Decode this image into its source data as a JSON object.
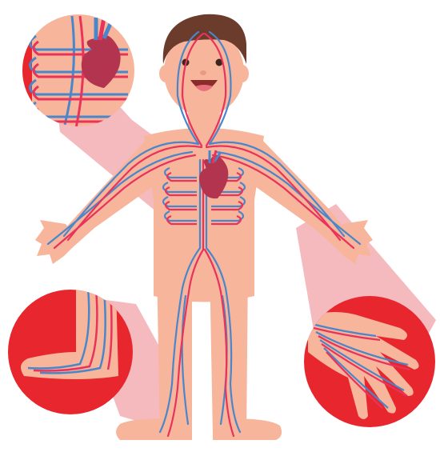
{
  "illustration": {
    "subject": "",
    "zoom_insets": [
      "heart-chest",
      "foot",
      "hand"
    ]
  },
  "colors": {
    "skin": "#f7b59b",
    "hair": "#6b3b2c",
    "vein": "#4a86c9",
    "artery": "#e8335a",
    "inset_bg": "#e8262e",
    "beam": "#f2a3a8",
    "heart": "#b2344f"
  }
}
